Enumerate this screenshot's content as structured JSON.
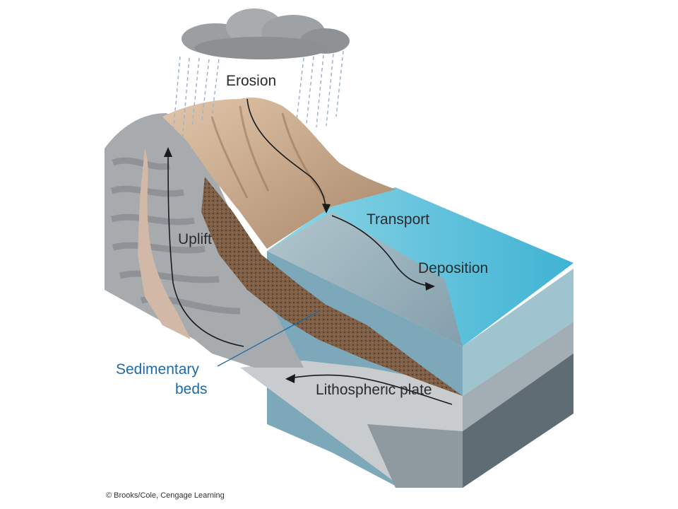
{
  "labels": {
    "erosion": "Erosion",
    "transport": "Transport",
    "deposition": "Deposition",
    "uplift": "Uplift",
    "sedimentary_beds_line1": "Sedimentary",
    "sedimentary_beds_line2": "beds",
    "lithospheric_plate": "Lithospheric plate"
  },
  "credit": "© Brooks/Cole, Cengage Learning",
  "colors": {
    "label_text": "#2b2b2b",
    "sedimentary_label": "#1f6aa6",
    "water": "#5ec3dd",
    "mountain": "#c9a586",
    "rock_gray": "#a7aaad",
    "sediment": "#7e5f46",
    "plate_front": "#c6cacd",
    "block_side": "#6d7b83"
  }
}
